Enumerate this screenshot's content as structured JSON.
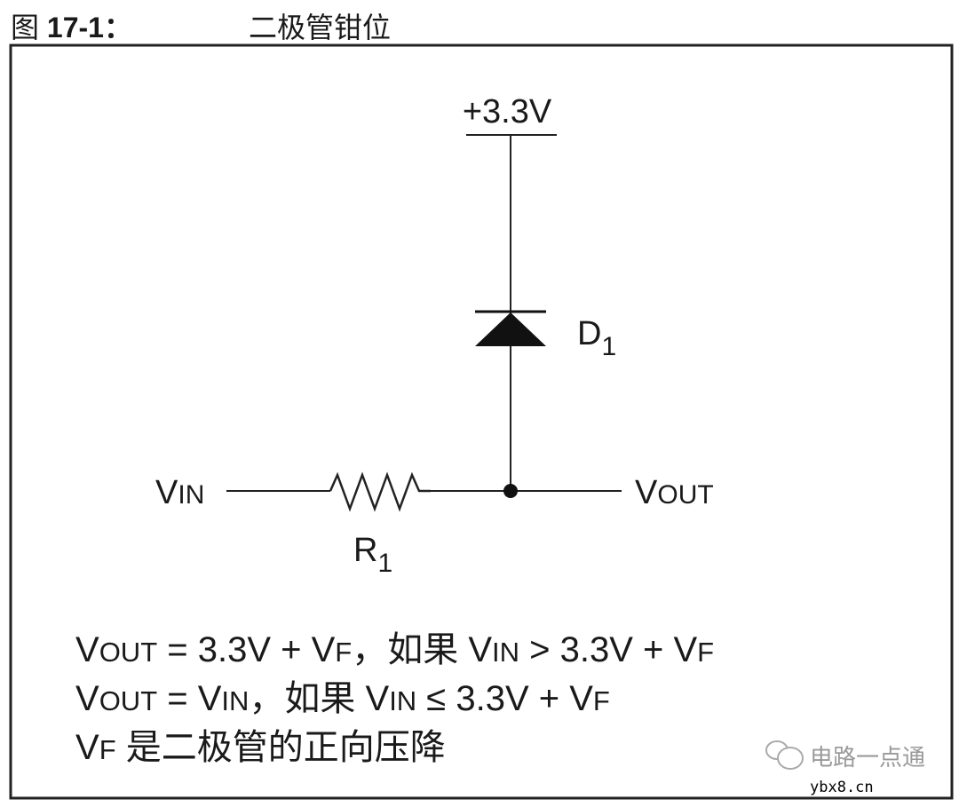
{
  "title": {
    "prefix": "图",
    "number": "17-1：",
    "text": "二极管钳位"
  },
  "supply": {
    "label": "+3.3V"
  },
  "diode": {
    "label": "D",
    "sub": "1"
  },
  "resistor": {
    "label": "R",
    "sub": "1"
  },
  "input": {
    "v": "V",
    "sub": "IN"
  },
  "output": {
    "v": "V",
    "sub": "OUT"
  },
  "equations": {
    "line1": {
      "a": "V",
      "a_sub": "OUT",
      "b": " = 3.3V + V",
      "b_sub": "F",
      "c": "，如果 V",
      "c_sub": "IN",
      "d": " > 3.3V + V",
      "d_sub": "F"
    },
    "line2": {
      "a": "V",
      "a_sub": "OUT",
      "b": " = V",
      "b_sub": "IN",
      "c": "，如果 V",
      "c_sub": "IN",
      "d": " ≤ 3.3V + V",
      "d_sub": "F"
    },
    "line3": {
      "a": "V",
      "a_sub": "F",
      "b": " 是二极管的正向压降"
    }
  },
  "watermark": {
    "brand": "电路一点通",
    "site": "ybx8.cn",
    "icon": "wechat-icon"
  }
}
